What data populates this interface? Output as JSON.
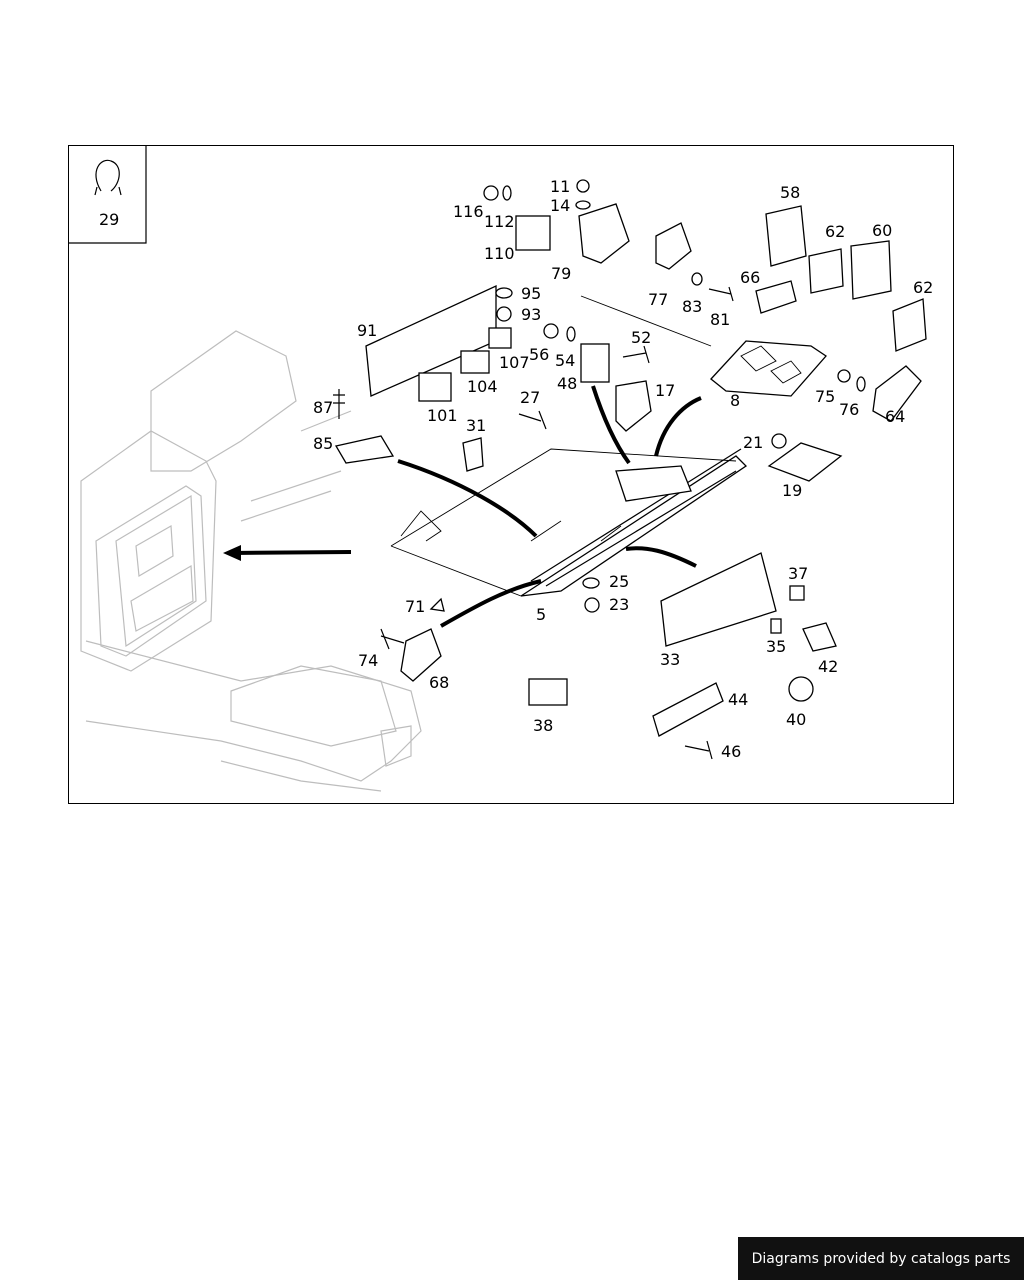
{
  "inset": {
    "label": "29"
  },
  "callouts": {
    "c116": "116",
    "c112": "112",
    "c110": "110",
    "c11": "11",
    "c14": "14",
    "c79": "79",
    "c77": "77",
    "c83": "83",
    "c81": "81",
    "c58": "58",
    "c66": "66",
    "c62a": "62",
    "c60": "60",
    "c62b": "62",
    "c91": "91",
    "c95": "95",
    "c93": "93",
    "c107": "107",
    "c104": "104",
    "c101": "101",
    "c56": "56",
    "c54": "54",
    "c48": "48",
    "c52": "52",
    "c17": "17",
    "c8": "8",
    "c75": "75",
    "c76": "76",
    "c64": "64",
    "c87": "87",
    "c85": "85",
    "c27": "27",
    "c31": "31",
    "c21": "21",
    "c19": "19",
    "c71": "71",
    "c74": "74",
    "c68": "68",
    "c5": "5",
    "c25": "25",
    "c23": "23",
    "c37": "37",
    "c33": "33",
    "c35": "35",
    "c42": "42",
    "c38": "38",
    "c44": "44",
    "c46": "46",
    "c40": "40"
  },
  "footer": {
    "text": "Diagrams provided by catalogs parts"
  }
}
